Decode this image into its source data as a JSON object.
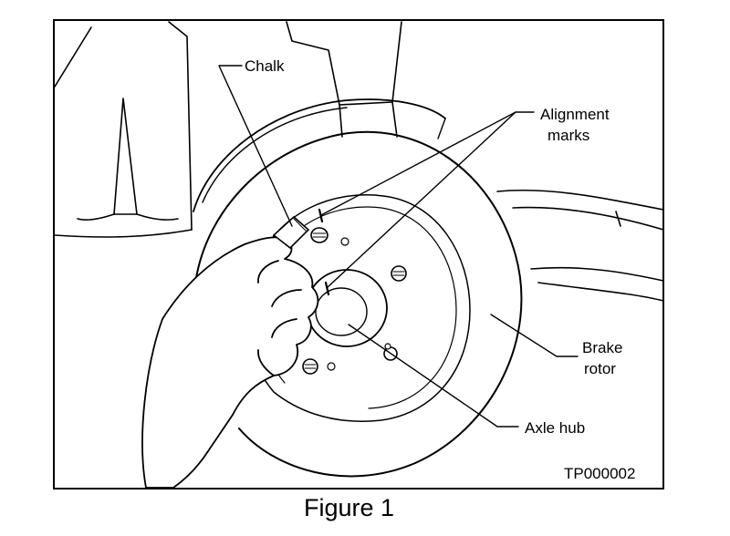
{
  "labels": {
    "chalk": "Chalk",
    "alignment_line1": "Alignment",
    "alignment_line2": "marks",
    "brake_line1": "Brake",
    "brake_line2": "rotor",
    "axle_hub": "Axle hub",
    "code": "TP000002"
  },
  "caption": "Figure 1",
  "colors": {
    "ink": "#000000",
    "paper": "#ffffff"
  }
}
